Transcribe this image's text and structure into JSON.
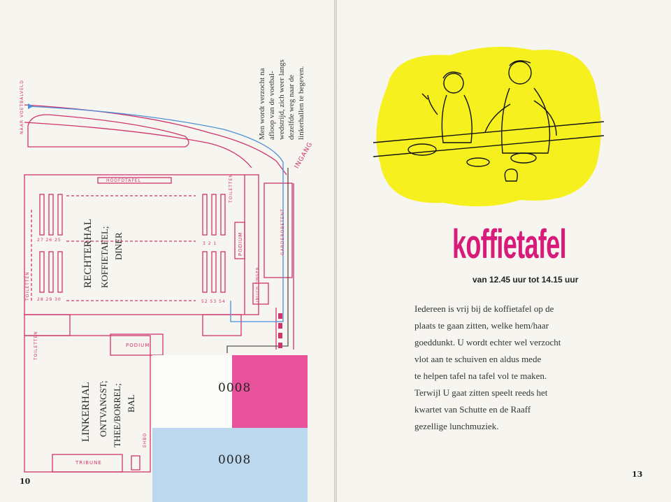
{
  "left_page": {
    "page_number": "10",
    "side_note_lines": [
      "Men wordt verzocht na",
      "afloop van de voetbal-",
      "wedstrijd, zich weer langs",
      "dezelfde weg naar de",
      "linkerhallen te begeven."
    ],
    "map": {
      "naar_voetbalveld": "NAAR VOETBALVELD",
      "ingang": "INGANG",
      "hoofdtafel": "HOOFDTAFEL",
      "toiletten": "TOILETTEN",
      "podium": "PODIUM",
      "garderobetent": "GARDEROBETENT",
      "inlichtingen": "INLICH TINGEN",
      "tribune": "TRIBUNE",
      "ehbo": "EHBO",
      "table_numbers_top_left": "27 26 25",
      "table_numbers_top_right": "3 2 1",
      "table_numbers_bottom_left": "28 29 30",
      "table_numbers_bottom_right": "52 53 54",
      "rechterhal_title": "RECHTERHAL",
      "rechterhal_lines": [
        "KOFFIETAFEL;",
        "DINER"
      ],
      "linkerhal_title": "LINKERHAL",
      "linkerhal_lines": [
        "ONTVANGST;",
        "THEE/BORREL;",
        "BAL"
      ]
    },
    "tickets": {
      "pink_number": "0008",
      "blue_number": "0008"
    }
  },
  "right_page": {
    "page_number": "13",
    "title": "koffietafel",
    "subtitle": "van 12.45 uur tot 14.15 uur",
    "body_lines": [
      "Iedereen is vrij bij de koffietafel op de",
      "plaats te gaan zitten, welke hem/haar",
      "goeddunkt. U wordt echter wel verzocht",
      "vlot aan te schuiven en aldus mede",
      "te helpen tafel na tafel vol te maken.",
      "Terwijl U gaat zitten speelt reeds het",
      "kwartet van Schutte en de Raaff",
      "gezellige lunchmuziek."
    ],
    "illustration_blob_color": "#f6f01e",
    "accent_color": "#d81b7a"
  }
}
